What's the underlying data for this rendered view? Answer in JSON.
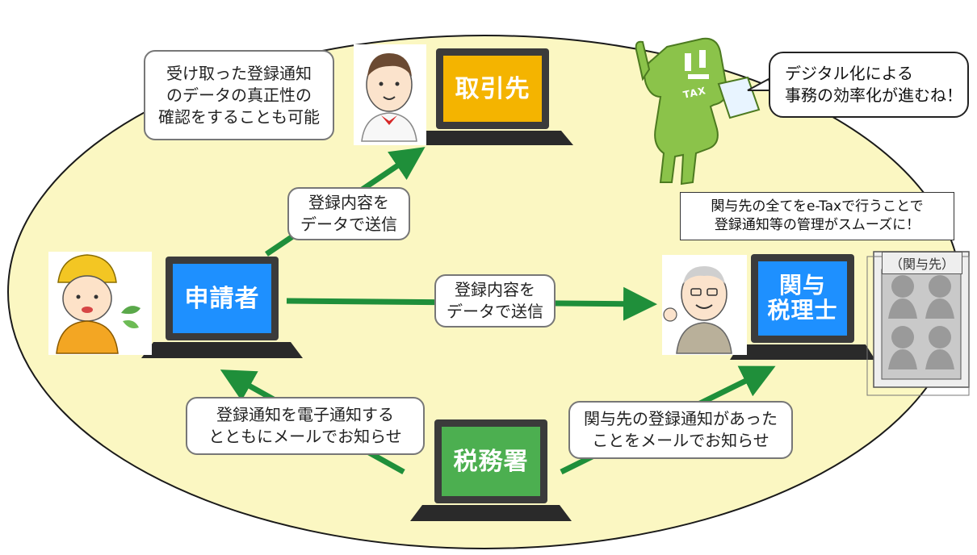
{
  "nodes": {
    "client": {
      "screen_lines": [
        "取引先"
      ],
      "screen_color": "#f4b400"
    },
    "applicant": {
      "screen_lines": [
        "申請者"
      ],
      "screen_color": "#1e90ff"
    },
    "tax_accountant": {
      "screen_lines": [
        "関与",
        "税理士"
      ],
      "screen_color": "#1e90ff"
    },
    "tax_office": {
      "screen_lines": [
        "税務署"
      ],
      "screen_color": "#4caf50"
    }
  },
  "labels": {
    "verify_note": [
      "受け取った登録通知",
      "のデータの真正性の",
      "確認をすることも可能"
    ],
    "send_to_client": [
      "登録内容を",
      "データで送信"
    ],
    "send_to_accountant": [
      "登録内容を",
      "データで送信"
    ],
    "notify_applicant": [
      "登録通知を電子通知する",
      "とともにメールでお知らせ"
    ],
    "notify_accountant": [
      "関与先の登録通知があった",
      "ことをメールでお知らせ"
    ]
  },
  "mascot_bubble": [
    "デジタル化による",
    "事務の効率化が進むね！"
  ],
  "accountant_note": [
    "関与先の全てをe-Taxで行うことで",
    "登録通知等の管理がスムーズに！"
  ],
  "clients_panel": {
    "title": "（関与先）"
  },
  "mascot": {
    "badge": "TAX"
  },
  "colors": {
    "ellipse": "#fbf7c2",
    "ellipse_border": "#1a1a1a",
    "arrow": "#1f8f3a",
    "laptop_body": "#3b3b3b"
  }
}
